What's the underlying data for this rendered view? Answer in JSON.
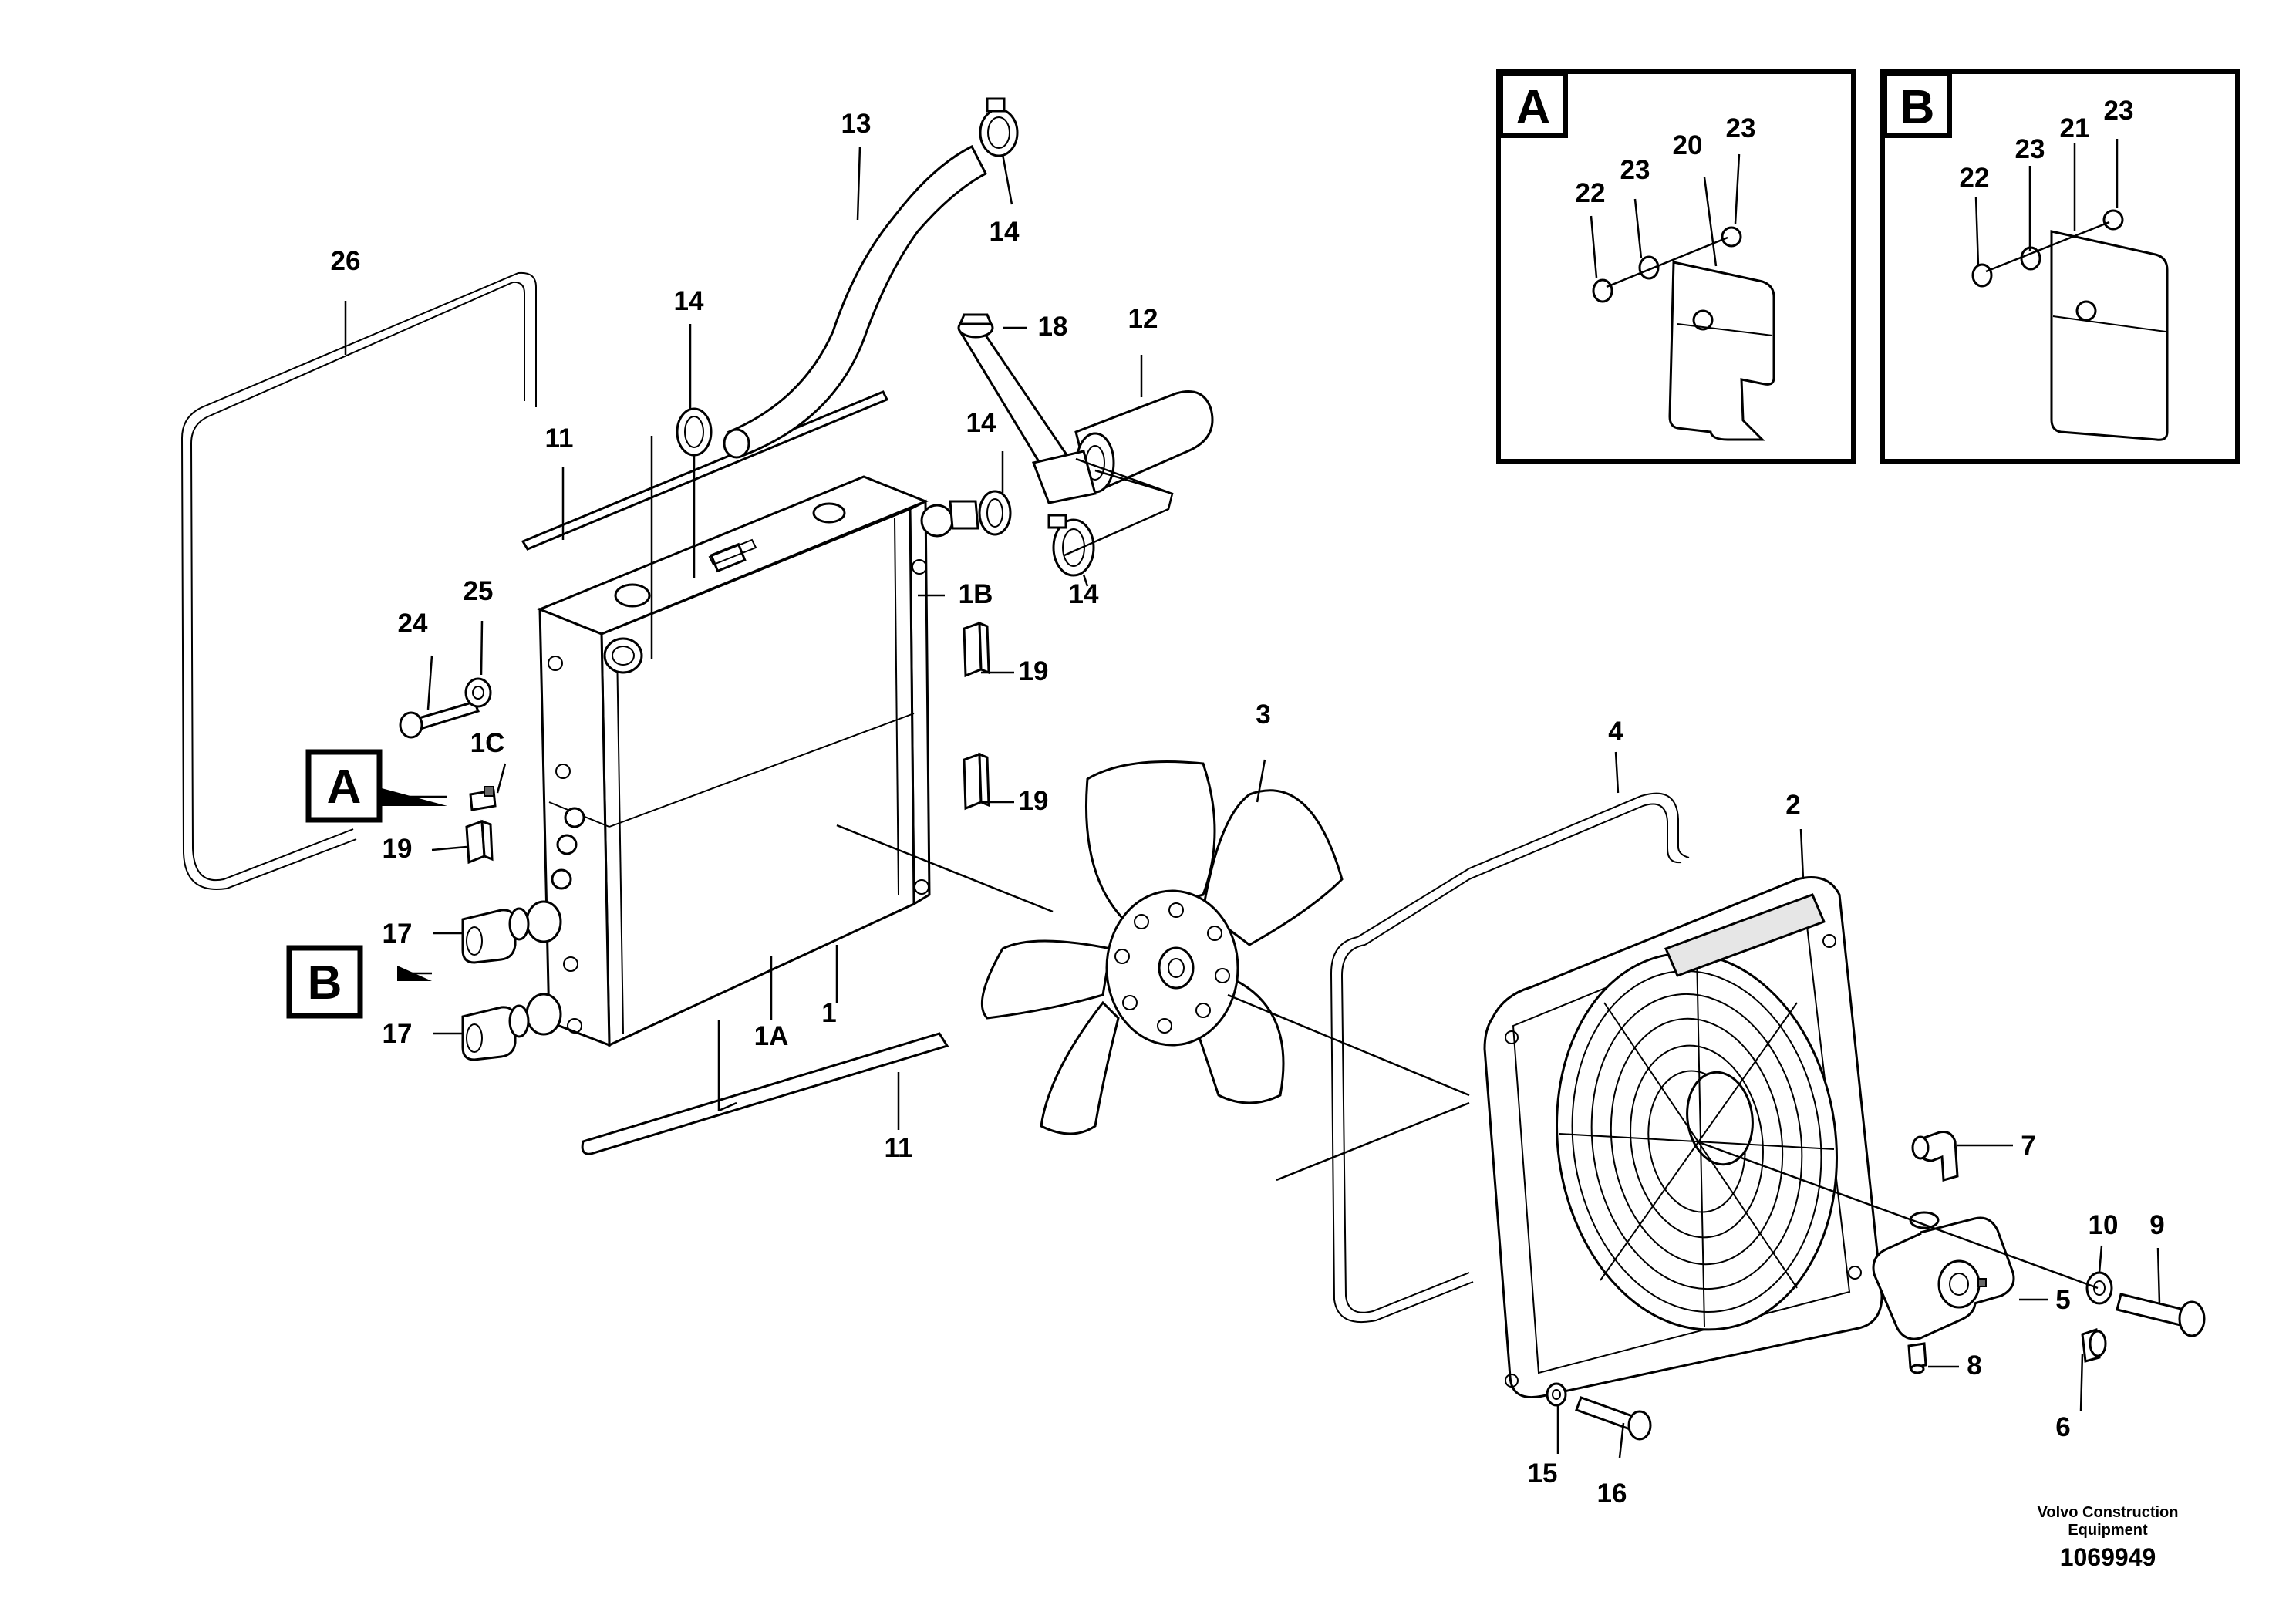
{
  "labels": {
    "l1": "1",
    "l1A": "1A",
    "l1B": "1B",
    "l1C": "1C",
    "l2": "2",
    "l3": "3",
    "l4": "4",
    "l5": "5",
    "l6": "6",
    "l7": "7",
    "l8": "8",
    "l9": "9",
    "l10": "10",
    "l11a": "11",
    "l11b": "11",
    "l12": "12",
    "l13": "13",
    "l14a": "14",
    "l14b": "14",
    "l14c": "14",
    "l14d": "14",
    "l15": "15",
    "l16": "16",
    "l17a": "17",
    "l17b": "17",
    "l18": "18",
    "l19a": "19",
    "l19b": "19",
    "l19c": "19",
    "l24": "24",
    "l25": "25",
    "l26": "26"
  },
  "callouts": {
    "A": "A",
    "B": "B"
  },
  "detail_A": {
    "title": "A",
    "l20": "20",
    "l22": "22",
    "l23a": "23",
    "l23b": "23"
  },
  "detail_B": {
    "title": "B",
    "l21": "21",
    "l22": "22",
    "l23a": "23",
    "l23b": "23"
  },
  "credit": {
    "line1": "Volvo Construction",
    "line2": "Equipment"
  },
  "doc_number": "1069949"
}
